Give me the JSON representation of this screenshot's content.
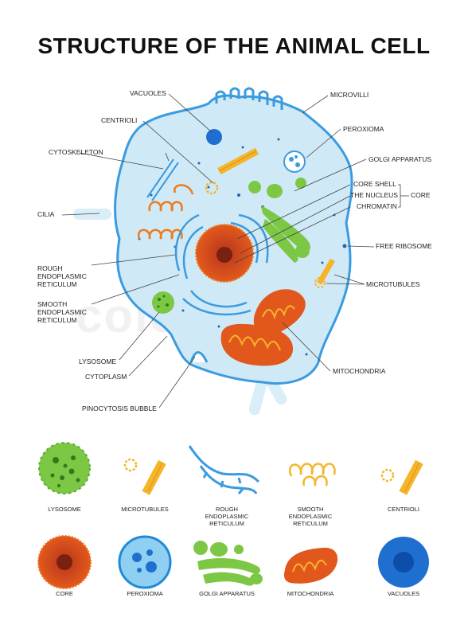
{
  "title": "STRUCTURE OF THE ANIMAL CELL",
  "watermark": "colourbox",
  "labels": {
    "vacuoles": "VACUOLES",
    "centrioli": "CENTRIOLI",
    "cytoskeleton": "CYTOSKELETON",
    "cilia": "CILIA",
    "rough_er": [
      "ROUGH",
      "ENDOPLASMIC",
      "RETICULUM"
    ],
    "smooth_er": [
      "SMOOTH",
      "ENDOPLASMIC",
      "RETICULUM"
    ],
    "lysosome": "LYSOSOME",
    "cytoplasm": "CYTOPLASM",
    "pinocytosis": "PINOCYTOSIS BUBBLE",
    "microvilli": "MICROVILLI",
    "peroxioma": "PEROXIOMA",
    "golgi": "GOLGI APPARATUS",
    "core_shell": "CORE SHELL",
    "the_nucleus": "THE NUCLEUS",
    "chromatin": "CHROMATIN",
    "core": "CORE",
    "free_ribosome": "FREE RIBOSOME",
    "microtubules": "MICROTUBULES",
    "mitochondria": "MITOCHONDRIA"
  },
  "legend": {
    "row1": [
      {
        "lines": [
          "LYSOSOME"
        ]
      },
      {
        "lines": [
          "MICROTUBULES"
        ]
      },
      {
        "lines": [
          "ROUGH",
          "ENDOPLASMIC",
          "RETICULUM"
        ]
      },
      {
        "lines": [
          "SMOOTH",
          "ENDOPLASMIC",
          "RETICULUM"
        ]
      },
      {
        "lines": [
          "CENTRIOLI"
        ]
      }
    ],
    "row2": [
      {
        "lines": [
          "CORE"
        ]
      },
      {
        "lines": [
          "PEROXIOMA"
        ]
      },
      {
        "lines": [
          "GOLGI APPARATUS"
        ]
      },
      {
        "lines": [
          "MITOCHONDRIA"
        ]
      },
      {
        "lines": [
          "VACUOLES"
        ]
      }
    ]
  },
  "colors": {
    "cell_fill": "#cfe9f7",
    "membrane": "#3a9be0",
    "nucleus": "#e2581c",
    "nucleus_core": "#a8321a",
    "golgi": "#7cc844",
    "mitochondria": "#e2581c",
    "orange_line": "#ef7b1a",
    "tubule": "#f5b52a",
    "vacuole": "#1f6fd0"
  }
}
